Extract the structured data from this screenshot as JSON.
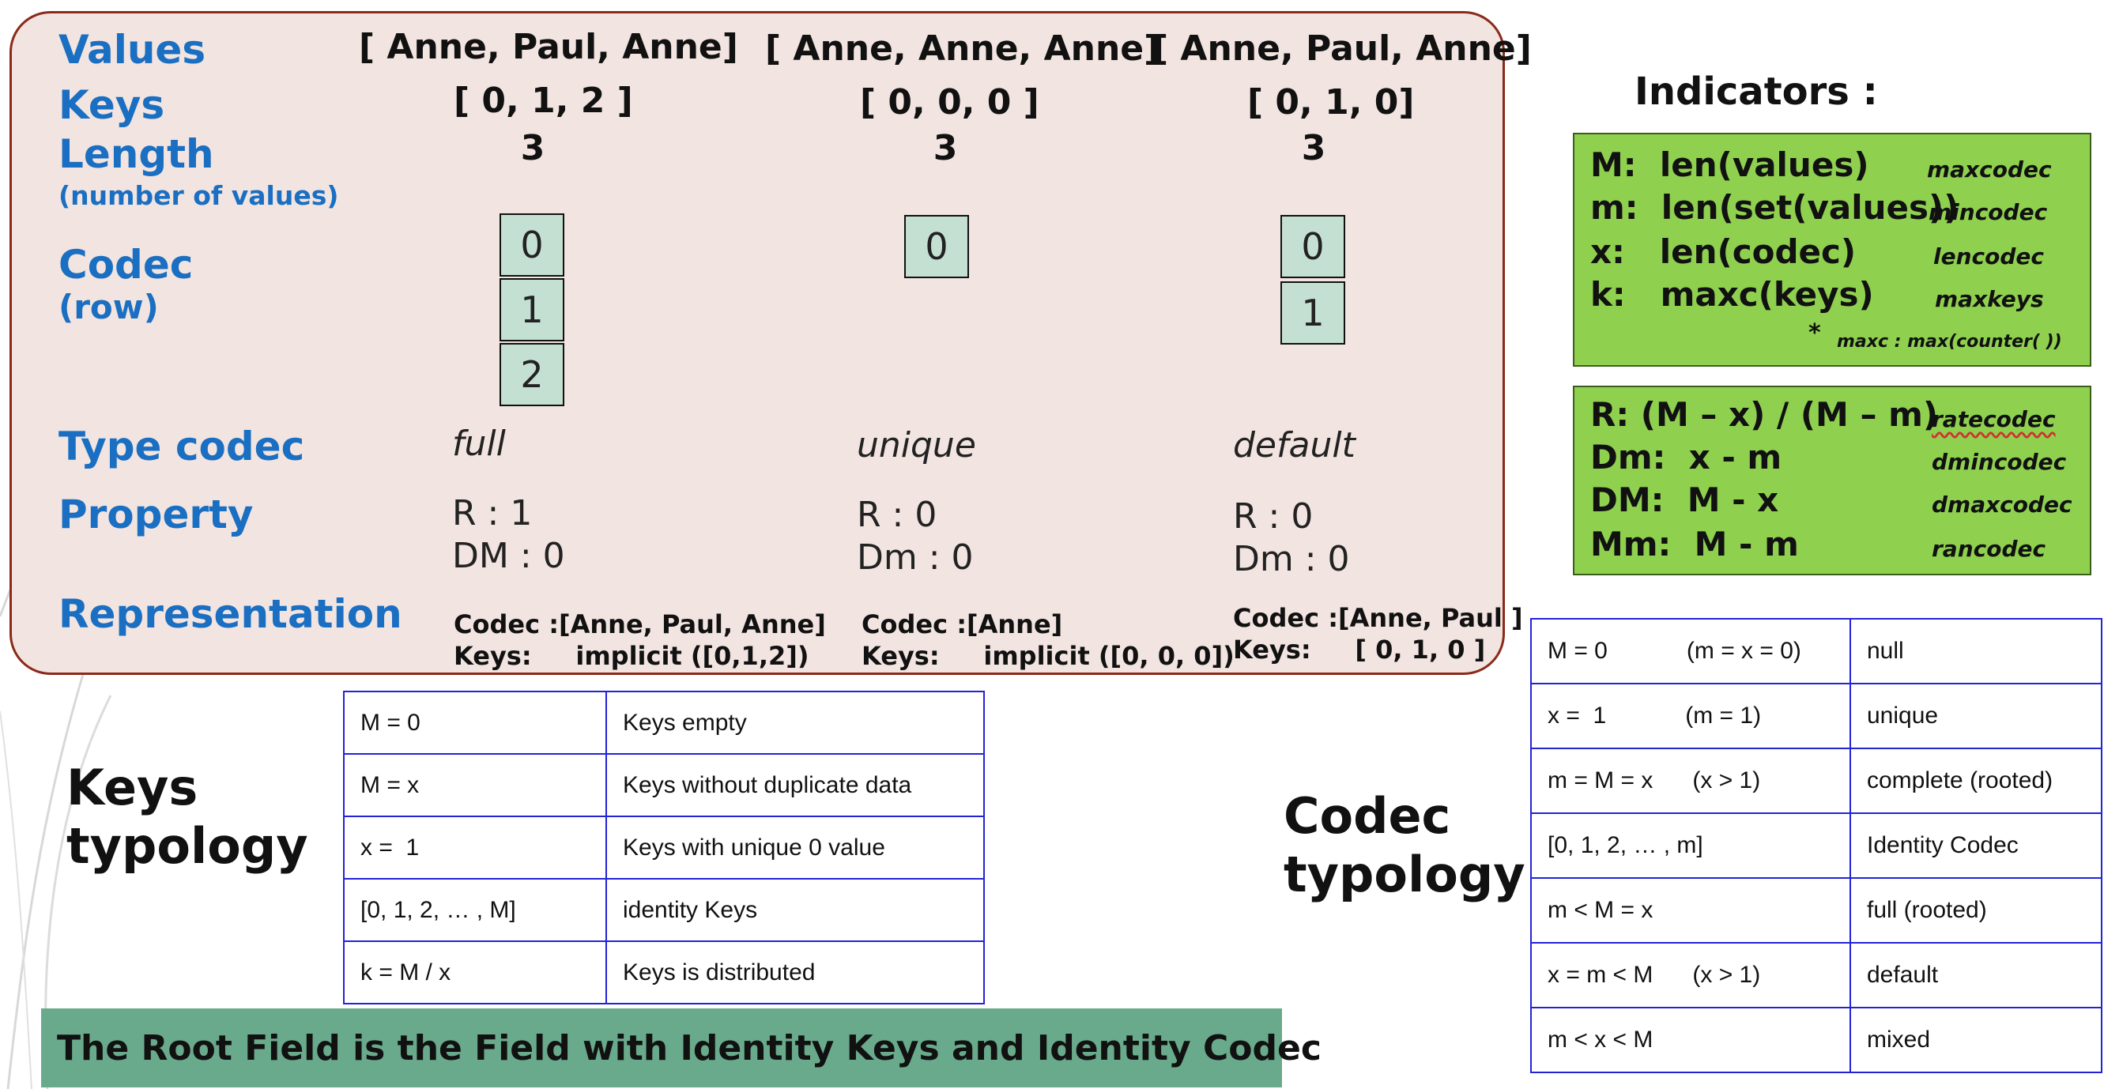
{
  "row_labels": {
    "values": "Values",
    "keys": "Keys",
    "length": "Length",
    "length_note": "(number of values)",
    "codec": "Codec",
    "codec_note": "(row)",
    "type_codec": "Type codec",
    "property": "Property",
    "representation": "Representation"
  },
  "columns": [
    {
      "values": "[ Anne, Paul, Anne]",
      "keys": "[ 0, 1, 2 ]",
      "length": "3",
      "codec": [
        "0",
        "1",
        "2"
      ],
      "type_codec": "full",
      "property": [
        "R : 1",
        "DM : 0"
      ],
      "representation": [
        "Codec :[Anne, Paul, Anne]",
        "Keys:     implicit ([0,1,2])"
      ]
    },
    {
      "values": "[ Anne, Anne, Anne]",
      "keys": "[ 0, 0, 0 ]",
      "length": "3",
      "codec": [
        "0"
      ],
      "type_codec": "unique",
      "property": [
        "R : 0",
        "Dm : 0"
      ],
      "representation": [
        "Codec :[Anne]",
        "Keys:     implicit ([0, 0, 0])"
      ]
    },
    {
      "values": "[ Anne, Paul, Anne]",
      "keys": "[ 0, 1, 0]",
      "length": "3",
      "codec": [
        "0",
        "1"
      ],
      "type_codec": "default",
      "property": [
        "R : 0",
        "Dm : 0"
      ],
      "representation": [
        "Codec :[Anne, Paul ]",
        "Keys:     [ 0, 1, 0 ]"
      ]
    }
  ],
  "indicators": {
    "title": "Indicators :",
    "box1": [
      {
        "formula": "M:  len(values)",
        "name": "maxcodec"
      },
      {
        "formula": "m:  len(set(values))",
        "name": "mincodec"
      },
      {
        "formula": "x:   len(codec)",
        "name": "lencodec"
      },
      {
        "formula": "k:   maxc(keys)",
        "name": "maxkeys"
      }
    ],
    "note_star": "*",
    "note": "maxc : max(counter(  ))",
    "box2": [
      {
        "formula": "R: (M – x) / (M – m)",
        "name": "ratecodec"
      },
      {
        "formula": "Dm:  x - m",
        "name": "dmincodec"
      },
      {
        "formula": "DM:  M - x",
        "name": "dmaxcodec"
      },
      {
        "formula": "Mm:  M - m",
        "name": "rancodec"
      }
    ],
    "colors": {
      "box_fill": "#8fd04f",
      "box_border": "#3b5e1c"
    }
  },
  "keys_typology": {
    "title": "Keys\ntypology",
    "rows": [
      [
        "M = 0",
        "Keys empty"
      ],
      [
        "M = x",
        "Keys without duplicate data"
      ],
      [
        "x =  1",
        "Keys with unique 0 value"
      ],
      [
        "[0, 1, 2, … , M]",
        "identity Keys"
      ],
      [
        "k = M / x",
        "Keys is distributed"
      ]
    ]
  },
  "codec_typology": {
    "title": "Codec\ntypology",
    "rows": [
      [
        "M = 0            (m = x = 0)",
        "null"
      ],
      [
        "x =  1            (m = 1)",
        "unique"
      ],
      [
        "m = M = x      (x > 1)",
        "complete (rooted)"
      ],
      [
        "[0, 1, 2, … , m]",
        "Identity Codec"
      ],
      [
        "m < M = x",
        "full (rooted)"
      ],
      [
        "x = m < M      (x > 1)",
        "default"
      ],
      [
        "m < x < M",
        "mixed"
      ]
    ]
  },
  "banner": "The Root Field is the Field with Identity Keys and Identity Codec",
  "colors": {
    "label_blue": "#1a6fc2",
    "panel_fill": "#f2e4e0",
    "panel_border": "#8b2a1a",
    "codec_box": "#c4e0d2",
    "table_border": "#2323d6",
    "banner_fill": "#6aaa8c"
  }
}
